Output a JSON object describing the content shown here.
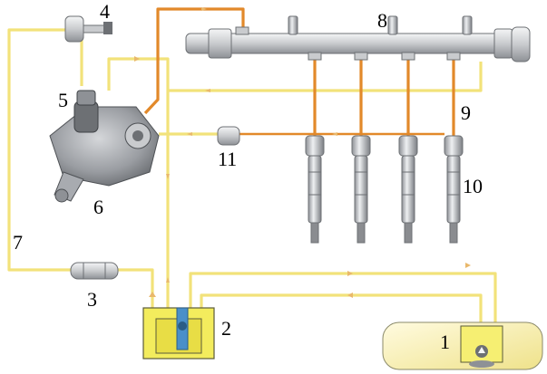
{
  "labels": {
    "n1": "1",
    "n2": "2",
    "n3": "3",
    "n4": "4",
    "n5": "5",
    "n6": "6",
    "n7": "7",
    "n8": "8",
    "n9": "9",
    "n10": "10",
    "n11": "11"
  },
  "colors": {
    "low_pressure_line": "#f2e27a",
    "high_pressure_line": "#e2892a",
    "tank_fill": "#fbf6c8",
    "filter_housing_fill": "#f3ec5d",
    "metal_light": "#d9dadc",
    "metal_dark": "#6d7074",
    "injector_tip": "#8a8c90"
  }
}
